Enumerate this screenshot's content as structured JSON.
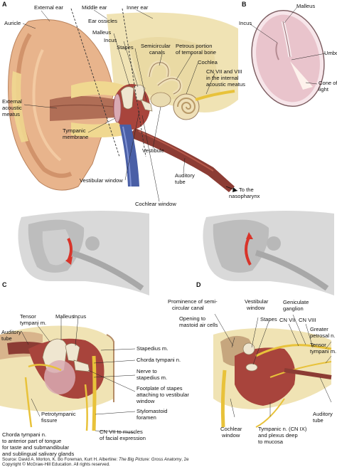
{
  "panels": {
    "a": "A",
    "b": "B",
    "c": "C",
    "d": "D"
  },
  "panel_a": {
    "external_ear": "External ear",
    "middle_ear": "Middle ear",
    "inner_ear": "Inner ear",
    "auricle": "Auricle",
    "ear_ossicles": "Ear ossicles",
    "malleus": "Malleus",
    "incus": "Incus",
    "stapes": "Stapes",
    "semicircular_canals_1": "Semicircular",
    "semicircular_canals_2": "canals",
    "petrous_1": "Petrous portion",
    "petrous_2": "of temporal bone",
    "cochlea": "Cochlea",
    "cn_1": "CN VII and VIII",
    "cn_2": "in the internal",
    "cn_3": "acoustic meatus",
    "eam_1": "External",
    "eam_2": "acoustic",
    "eam_3": "meatus",
    "tm_1": "Tympanic",
    "tm_2": "membrane",
    "vestibule": "Vestibule",
    "vestibular_window": "Vestibular window",
    "cochlear_window": "Cochlear window",
    "auditory_tube_1": "Auditory",
    "auditory_tube_2": "tube",
    "nasopharynx_1": "To the",
    "nasopharynx_2": "nasopharynx"
  },
  "panel_b": {
    "malleus": "Malleus",
    "incus": "Incus",
    "umbo": "Umbo",
    "cone_1": "Cone of",
    "cone_2": "light"
  },
  "panel_c": {
    "tensor_1": "Tensor",
    "tensor_2": "tympani m.",
    "malleus": "Malleus",
    "incus": "Incus",
    "auditory_tube_1": "Auditory",
    "auditory_tube_2": "tube",
    "stapedius": "Stapedius m.",
    "chorda": "Chorda tympani n.",
    "nerve_stap_1": "Nerve to",
    "nerve_stap_2": "stapedius m.",
    "footplate_1": "Footplate of stapes",
    "footplate_2": "attaching to vestibular",
    "footplate_3": "window",
    "petro_1": "Petrotympanic",
    "petro_2": "fissure",
    "stylo_1": "Stylomastoid",
    "stylo_2": "foramen",
    "cn7": "CN VII to muscles",
    "cn7_2": "of facial expression",
    "chorda_long_1": "Chorda tympani n.",
    "chorda_long_2": "to anterior part of tongue",
    "chorda_long_3": "for taste and submandibular",
    "chorda_long_4": "and sublingual salivary glands"
  },
  "panel_d": {
    "prominence_1": "Prominence of semi-",
    "prominence_2": "circular canal",
    "vestibular_1": "Vestibular",
    "vestibular_2": "window",
    "opening_1": "Opening to",
    "opening_2": "mastoid air cells",
    "stapes": "Stapes",
    "geniculate_1": "Geniculate",
    "geniculate_2": "ganglion",
    "cn7": "CN VII",
    "cn8": "CN VIII",
    "greater_1": "Greater",
    "greater_2": "petrosal n.",
    "tensor_1": "Tensor",
    "tensor_2": "tympani m.",
    "auditory_1": "Auditory",
    "auditory_2": "tube",
    "cochlear_1": "Cochlear",
    "cochlear_2": "window",
    "tympanic_1": "Tympanic n. (CN IX)",
    "tympanic_2": "and plexus deep",
    "tympanic_3": "to mucosa"
  },
  "credit": {
    "source_pre": "Source: David A. Morton, K. Bo Foreman, Kurt H. Albertine: ",
    "source_title": "The Big Picture: Gross Anatomy",
    "source_post": ", 2e",
    "copyright": "Copyright © McGraw-Hill Education. All rights reserved."
  },
  "colors": {
    "skin": "#e8b48c",
    "skin_dark": "#c8845c",
    "bone": "#f3e7b8",
    "cartilage": "#f0d890",
    "canal": "#b06e56",
    "mucosa": "#a8443c",
    "tube": "#8c3c34",
    "nerve": "#e8c23a",
    "vein": "#4a5fa6",
    "ossicle": "#efe6d0",
    "membrane": "#d9aab3",
    "red_arrow": "#d8342a",
    "grey": "#cfcfcf"
  }
}
